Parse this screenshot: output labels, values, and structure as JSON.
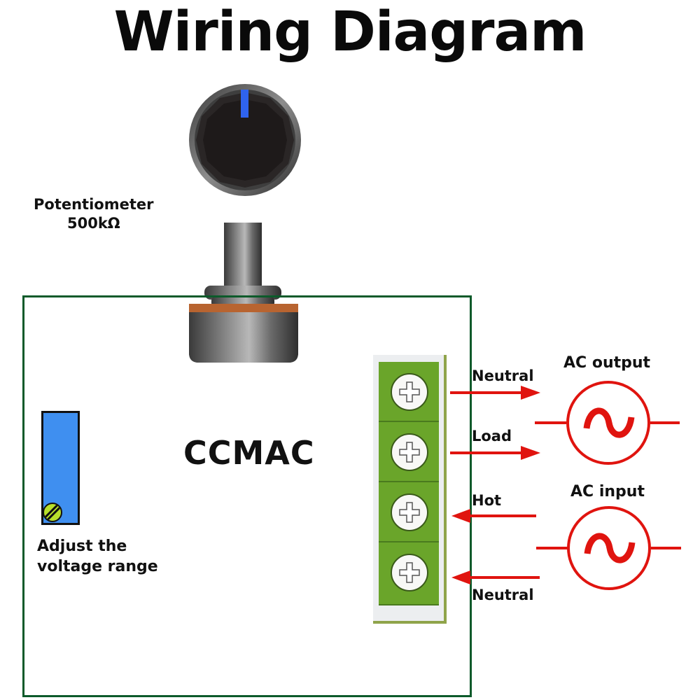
{
  "title": "Wiring Diagram",
  "potentiometer": {
    "label_line1": "Potentiometer",
    "label_line2": "500kΩ",
    "knob_indicator_color": "#2f63ee"
  },
  "board": {
    "label": "CCMAC",
    "border_color": "#0c5a2a"
  },
  "trimmer": {
    "label_line1": "Adjust the",
    "label_line2": "voltage range",
    "body_color": "#3f8ff0",
    "screw_color": "#b8e02c"
  },
  "terminals": [
    {
      "label": "Neutral",
      "direction": "out"
    },
    {
      "label": "Load",
      "direction": "out"
    },
    {
      "label": "Hot",
      "direction": "in"
    },
    {
      "label": "Neutral",
      "direction": "in"
    }
  ],
  "sources": {
    "output_label": "AC output",
    "input_label": "AC input",
    "color": "#e0140f"
  },
  "terminal_block_color": "#6aa52a"
}
